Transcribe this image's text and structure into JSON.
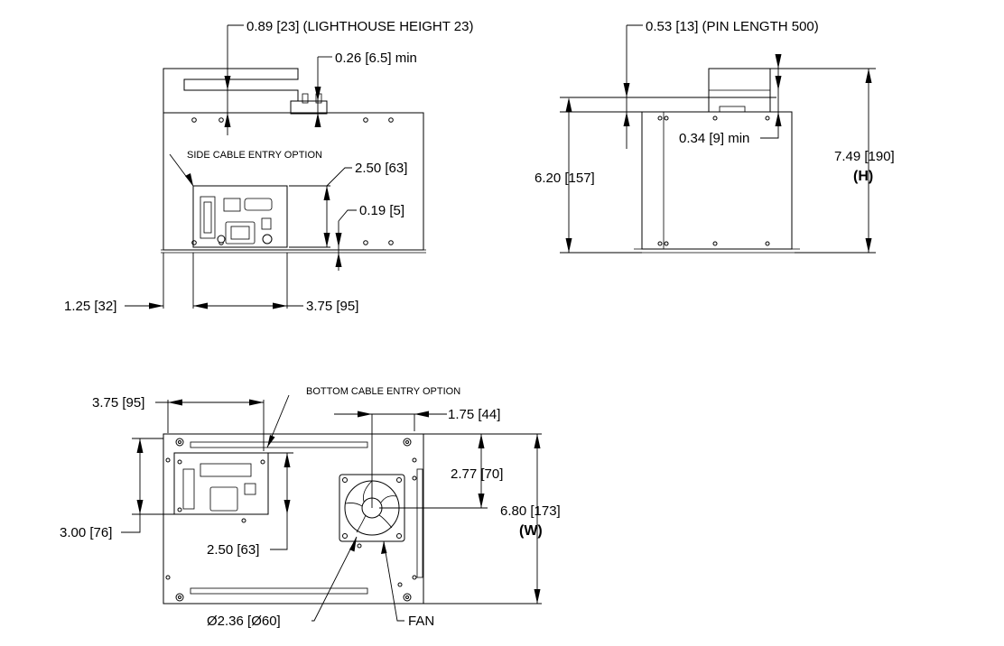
{
  "front_view": {
    "lighthouse_height": "0.89 [23] (LIGHTHOUSE HEIGHT 23)",
    "connector_clearance": "0.26 [6.5] min",
    "side_entry_note": "SIDE CABLE ENTRY OPTION",
    "panel_height": "2.50 [63]",
    "panel_offset": "0.19 [5]",
    "left_offset": "1.25 [32]",
    "panel_width": "3.75 [95]"
  },
  "side_view": {
    "pin_length": "0.53 [13] (PIN LENGTH 500)",
    "min_clearance": "0.34 [9] min",
    "body_height": "6.20 [157]",
    "total_height": "7.49 [190]",
    "height_tag": "(H)"
  },
  "bottom_view": {
    "panel_width": "3.75 [95]",
    "bottom_entry_note": "BOTTOM CABLE ENTRY OPTION",
    "fan_offset_x": "1.75 [44]",
    "fan_offset_y": "2.77 [70]",
    "total_width": "6.80 [173]",
    "width_tag": "(W)",
    "panel_offset": "3.00 [76]",
    "panel_height": "2.50 [63]",
    "fan_diameter": "Ø2.36 [Ø60]",
    "fan_label": "FAN"
  }
}
